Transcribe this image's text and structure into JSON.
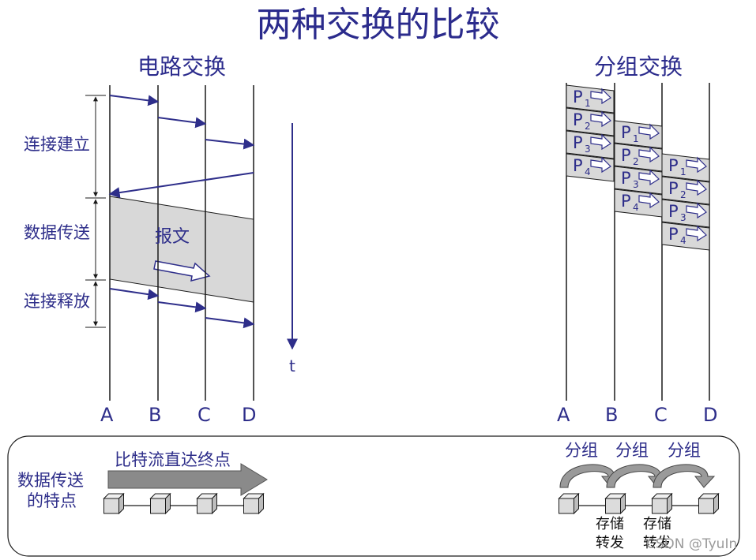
{
  "title": "两种交换的比较",
  "circuit": {
    "title": "电路交换",
    "phases": [
      "连接建立",
      "数据传送",
      "连接释放"
    ],
    "message_label": "报文",
    "time_label": "t",
    "nodes": [
      "A",
      "B",
      "C",
      "D"
    ]
  },
  "packet": {
    "title": "分组交换",
    "packet_letter": "P",
    "packet_indices": [
      "1",
      "2",
      "3",
      "4"
    ],
    "nodes": [
      "A",
      "B",
      "C",
      "D"
    ]
  },
  "characteristics": {
    "heading_line1": "数据传送",
    "heading_line2": "的特点",
    "circuit_caption": "比特流直达终点",
    "packet_captions": [
      "分组",
      "分组",
      "分组"
    ],
    "store_forward_line1": "存储",
    "store_forward_line2": "转发"
  },
  "watermark": "CSDN @TyuIn",
  "colors": {
    "text": "#2e2e8a",
    "line": "#1a1a1a",
    "arrow": "#2e2e8a",
    "fill": "#d8d8d8"
  }
}
